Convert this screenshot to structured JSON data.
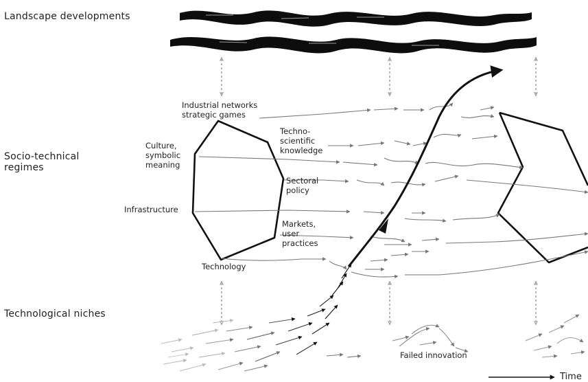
{
  "levels": {
    "landscape": "Landscape developments",
    "regimes_line1": "Socio-technical",
    "regimes_line2": "regimes",
    "niches": "Technological niches"
  },
  "regime_labels": {
    "industrial": [
      "Industrial networks",
      "strategic games"
    ],
    "culture": [
      "Culture,",
      "symbolic",
      "meaning"
    ],
    "techno": [
      "Techno-",
      "scientific",
      "knowledge"
    ],
    "sectoral": [
      "Sectoral",
      "policy"
    ],
    "infrastructure": "Infrastructure",
    "markets": [
      "Markets,",
      "user",
      "practices"
    ],
    "technology": "Technology"
  },
  "failed_innovation": "Failed innovation",
  "time_label": "Time",
  "colors": {
    "ink": "#111111",
    "arrow_gray": "#7a7a7a",
    "dashed": "#8a8a8a"
  }
}
